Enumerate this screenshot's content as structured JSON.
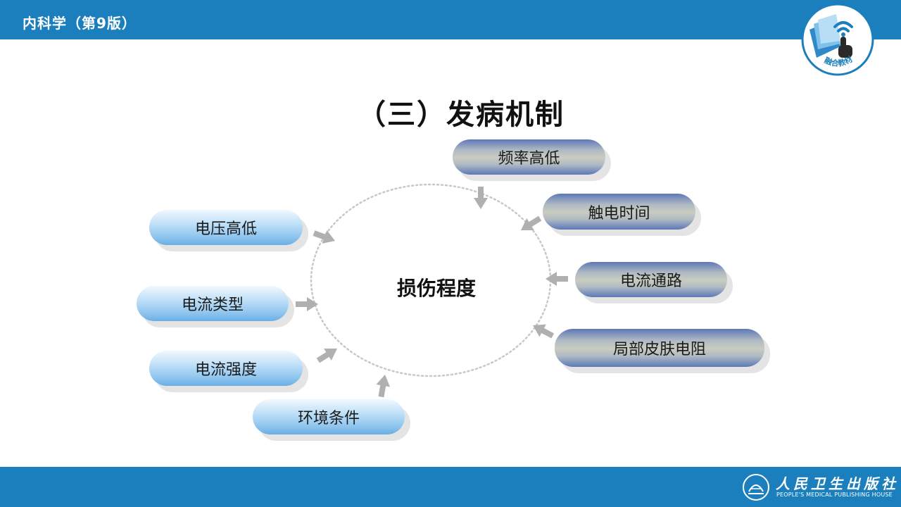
{
  "header": {
    "book_title": "内科学（第9版）",
    "badge_label": "融合教材",
    "badge_icon": "wifi-hand-icon"
  },
  "slide": {
    "title": "（三）发病机制",
    "center": "损伤程度",
    "factors": {
      "left": [
        "电压高低",
        "电流类型",
        "电流强度"
      ],
      "bottom": "环境条件",
      "top": "频率高低",
      "right": [
        "触电时间",
        "电流通路",
        "局部皮肤电阻"
      ]
    }
  },
  "footer": {
    "publisher_cn": "人民卫生出版社",
    "publisher_en": "PEOPLE'S MEDICAL PUBLISHING HOUSE"
  },
  "colors": {
    "bar": "#1b7fbd",
    "arrow": "#b0b0b0",
    "circle": "#c8c8c8"
  }
}
